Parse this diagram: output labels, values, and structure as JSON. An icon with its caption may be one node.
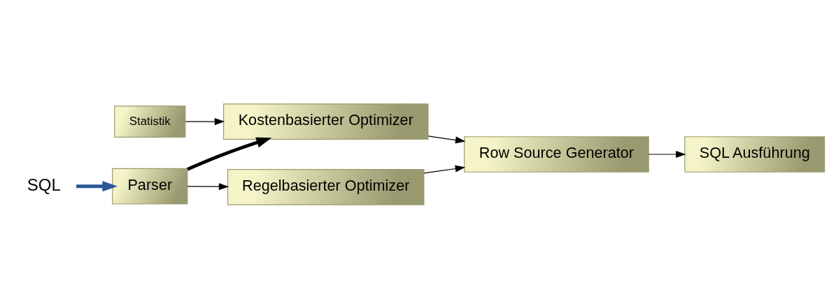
{
  "diagram": {
    "nodes": [
      {
        "text": [
          "SQL"
        ]
      },
      {
        "text": [
          "Parser"
        ]
      },
      {
        "text": [
          "Statistik"
        ]
      },
      {
        "text": [
          "Kostenbasierter Optimizer"
        ]
      },
      {
        "text": [
          "Regelbasierter Optimizer"
        ]
      },
      {
        "text": [
          "Row Source Generator"
        ]
      },
      {
        "text": [
          "SQL Ausführung"
        ]
      }
    ],
    "edges": [
      {
        "from": 0,
        "to": 1,
        "arrow": "to",
        "style": "thick",
        "color": "#2b5797"
      },
      {
        "from": 1,
        "to": 3,
        "arrow": "to",
        "style": "thick"
      },
      {
        "from": 1,
        "to": 4,
        "arrow": "to"
      },
      {
        "from": 2,
        "to": 3,
        "arrow": "to"
      },
      {
        "from": 3,
        "to": 5,
        "arrow": "to"
      },
      {
        "from": 4,
        "to": 5,
        "arrow": "to"
      },
      {
        "from": 5,
        "to": 6,
        "arrow": "to"
      }
    ]
  }
}
